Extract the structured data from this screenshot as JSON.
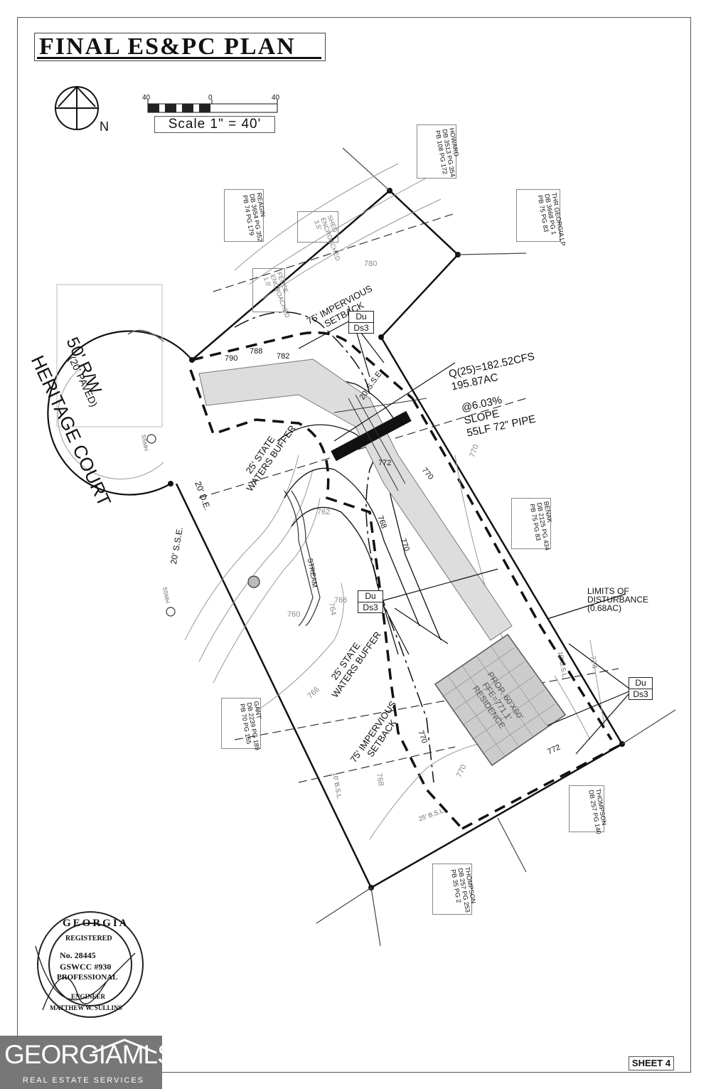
{
  "title": "FINAL ES&PC PLAN",
  "north_arrow": {
    "letter": "N"
  },
  "scale_bar": {
    "left": "40",
    "mid": "0",
    "right": "40",
    "caption": "Scale 1\" = 40'"
  },
  "road": {
    "name": "HERITAGE COURT",
    "row": "50' R/W",
    "paved": "(20' PAVED)"
  },
  "parcels": {
    "howard": [
      "HOWARD",
      "DB 3513 PG 354",
      "PB 108 PG 172"
    ],
    "reagin": [
      "REAGIN",
      "DB 3654 PG 352",
      "PB 74 PG 179"
    ],
    "georgia_lp": [
      "THR GEORGIA LP",
      "DB 3668 PG 1",
      "PB 75 PG 83"
    ],
    "benak": [
      "BENAK",
      "DB 2125 PG 434",
      "PB 75 PG 83"
    ],
    "gant": [
      "GANT",
      "DB 2239 PG 189",
      "PB 70 PG 155"
    ],
    "thompson_east": [
      "THOMPSON",
      "DB 257 PG 140"
    ],
    "thompson_south": [
      "THOMPSON",
      "DB 257 PG 253",
      "PB 35 PG 2"
    ]
  },
  "notes": {
    "shed": [
      "SHED",
      "ENCROACHED",
      "3.5'"
    ],
    "fence": [
      "FENCE",
      "ENCROACHED",
      "1.0'"
    ],
    "impervious_top": [
      "75' IMPERVIOUS",
      "SETBACK"
    ],
    "impervious_bottom": [
      "75' IMPERVIOUS",
      "SETBACK"
    ],
    "buffer_top": [
      "25' STATE",
      "WATERS BUFFER"
    ],
    "buffer_bottom": [
      "25' STATE",
      "WATERS BUFFER"
    ],
    "flow": [
      "Q(25)=182.52CFS",
      "195.87AC"
    ],
    "pipe": [
      "@6.03%",
      "SLOPE",
      "55LF 72\" PIPE"
    ],
    "sse_top": "20' S.S.E.",
    "sse_left": "20' S.S.E.",
    "de": "20' D.E.",
    "stream": "STREAM",
    "residence": [
      "PROP. 60'X60'",
      "RESIDENCE",
      "FFE=771.1'"
    ],
    "limits": [
      "LIMITS OF",
      "DISTURBANCE",
      "(0.68AC)"
    ],
    "bsl": "10' B.S.L.",
    "bsl_rear": "25' B.S.L.",
    "ssmh": "SSMH"
  },
  "contours": [
    "790",
    "788",
    "782",
    "780",
    "772",
    "770",
    "768",
    "766",
    "764",
    "762",
    "760",
    "774"
  ],
  "du_boxes": [
    {
      "top": "Du",
      "bottom": "Ds3"
    },
    {
      "top": "Du",
      "bottom": "Ds3"
    },
    {
      "top": "Du",
      "bottom": "Ds3"
    }
  ],
  "seal": {
    "top": "GEORGIA",
    "reg": "REGISTERED",
    "no": "No. 28445",
    "gswcc": "GSWCC #930",
    "prof": "PROFESSIONAL",
    "eng": "ENGINEER",
    "name": "MATTHEW W. SULLINS"
  },
  "sheet": "SHEET 4",
  "watermark": {
    "main": "GEORGIAMLS",
    "sub": "REAL ESTATE SERVICES"
  }
}
